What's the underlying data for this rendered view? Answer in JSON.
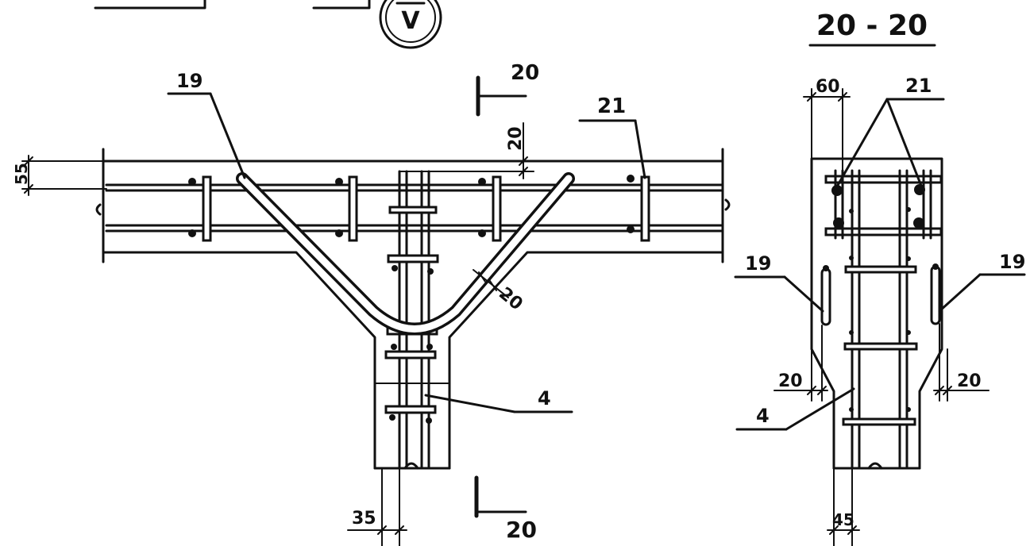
{
  "detail_mark": "V",
  "section_title": "20 - 20",
  "section_marks": {
    "top": "20",
    "bottom": "20"
  },
  "main_view": {
    "callout_19": "19",
    "callout_21": "21",
    "callout_4": "4",
    "dim_55": "55",
    "dim_20_top": "20",
    "dim_20_diag": "20",
    "dim_35": "35"
  },
  "section_view": {
    "dim_60": "60",
    "callout_21": "21",
    "callout_19_left": "19",
    "callout_19_right": "19",
    "dim_20_left": "20",
    "dim_20_right": "20",
    "callout_4": "4",
    "dim_45": "45"
  }
}
